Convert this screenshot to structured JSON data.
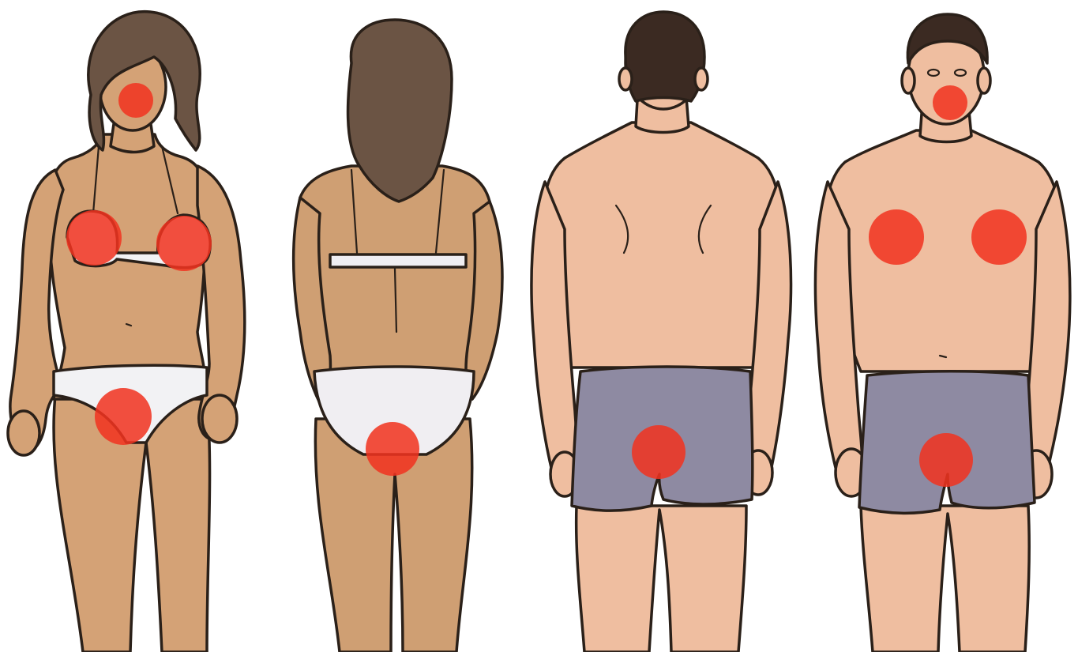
{
  "figures": [
    {
      "id": "woman-front",
      "label": "",
      "skin": "#d4a276",
      "hair": "#6b5444",
      "garment": "#f2f2f4",
      "zones": [
        "mouth",
        "left-breast",
        "right-breast",
        "genitals"
      ]
    },
    {
      "id": "woman-back",
      "label": "",
      "skin": "#cf9f73",
      "hair": "#6b5444",
      "garment": "#f0eef2",
      "zones": [
        "buttocks"
      ]
    },
    {
      "id": "man-back",
      "label": "",
      "skin": "#efbea0",
      "hair": "#3b2a22",
      "garment": "#8e8aa2",
      "zones": [
        "buttocks"
      ]
    },
    {
      "id": "man-front",
      "label": "",
      "skin": "#efbea0",
      "hair": "#3b2a22",
      "garment": "#8e8aa2",
      "zones": [
        "mouth",
        "left-chest",
        "right-chest",
        "genitals"
      ]
    }
  ],
  "highlight_color": "#f1331f",
  "outline_color": "#2a2019"
}
